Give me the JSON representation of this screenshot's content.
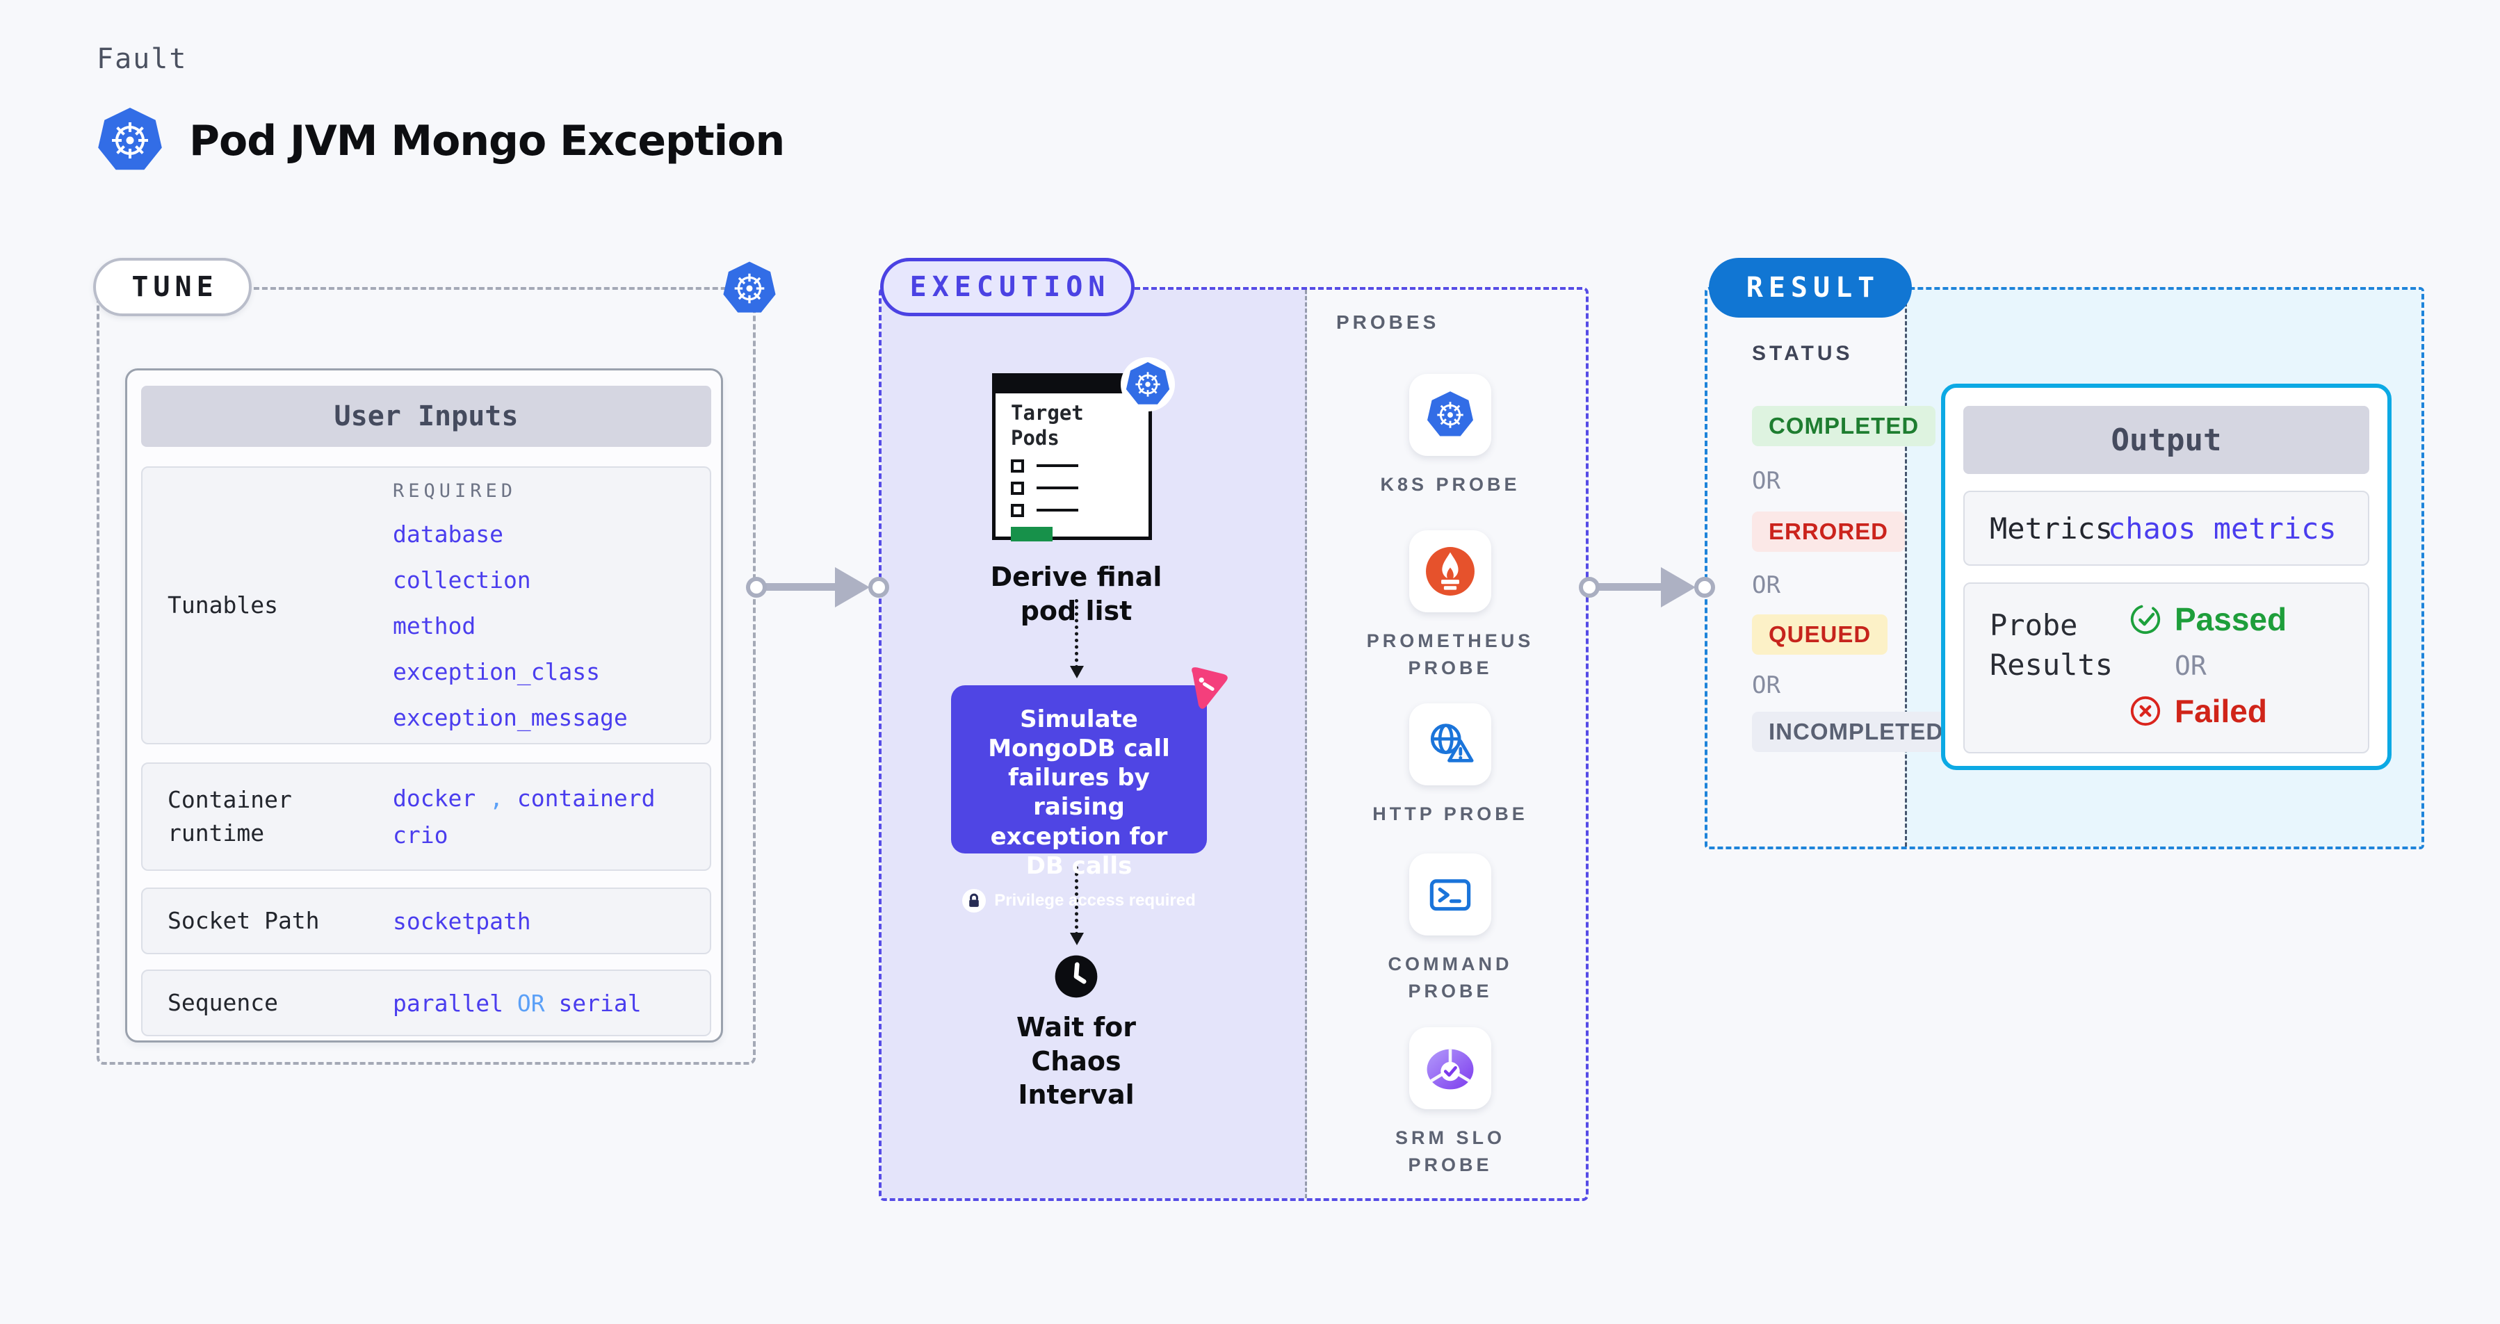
{
  "header": {
    "fault_label": "Fault",
    "title": "Pod JVM Mongo Exception",
    "logo_icon": "kubernetes-icon"
  },
  "tune": {
    "badge": "TUNE",
    "corner_icon": "kubernetes-icon",
    "card_title": "User Inputs",
    "required_label": "REQUIRED",
    "tunables_label": "Tunables",
    "tunables": [
      "database",
      "collection",
      "method",
      "exception_class",
      "exception_message"
    ],
    "runtime_label": "Container runtime",
    "runtime_value1": "docker",
    "runtime_comma": ",",
    "runtime_value2": "containerd",
    "runtime_value3": "crio",
    "socket_label": "Socket Path",
    "socket_value": "socketpath",
    "sequence_label": "Sequence",
    "sequence_value1": "parallel",
    "sequence_or": "OR",
    "sequence_value2": "serial"
  },
  "execution": {
    "badge": "EXECUTION",
    "target_pods_title": "Target Pods",
    "derive_caption": "Derive final pod list",
    "simulate_text": "Simulate MongoDB call failures by raising exception for DB calls",
    "privilege_note": "Privilege access required",
    "wait_caption": "Wait for Chaos Interval"
  },
  "probes": {
    "title": "PROBES",
    "items": [
      {
        "label": "K8S PROBE",
        "icon": "kubernetes-icon"
      },
      {
        "label": "PROMETHEUS PROBE",
        "icon": "prometheus-icon"
      },
      {
        "label": "HTTP PROBE",
        "icon": "http-globe-warning-icon"
      },
      {
        "label": "COMMAND PROBE",
        "icon": "terminal-icon"
      },
      {
        "label": "SRM SLO PROBE",
        "icon": "slo-pie-check-icon"
      }
    ]
  },
  "result": {
    "badge": "RESULT",
    "status_label": "STATUS",
    "or_label": "OR",
    "statuses": [
      {
        "label": "COMPLETED",
        "text_color": "#1e7d30",
        "bg": "#def3e0"
      },
      {
        "label": "ERRORED",
        "text_color": "#cb231c",
        "bg": "#fbe8e7"
      },
      {
        "label": "QUEUED",
        "text_color": "#c6241c",
        "bg": "#fcf1c7"
      },
      {
        "label": "INCOMPLETED",
        "text_color": "#5a6173",
        "bg": "#ebedf4"
      }
    ],
    "output": {
      "title": "Output",
      "metrics_label": "Metrics",
      "metrics_value": "chaos metrics",
      "probe_results_label": "Probe Results",
      "passed_label": "Passed",
      "or_label": "OR",
      "failed_label": "Failed"
    }
  },
  "colors": {
    "page_bg": "#f7f8fb",
    "k8s_blue": "#326de6",
    "accent_indigo": "#4b42e3",
    "execution_fill": "#e4e4fa",
    "purple_box": "#4f45e4",
    "result_blue": "#1176d3",
    "result_dash": "#1e84da",
    "cyan_border": "#0ca9e4",
    "cyan_fill": "#e8f6fd",
    "link_indigo": "#4a3dee",
    "link_lightblue": "#5ba0f7",
    "success_green": "#1e9e3b",
    "error_red": "#d02419",
    "prometheus_orange": "#e6522c",
    "probe_blue": "#1a74da",
    "srm_purple": "#8b5cf6",
    "arrow_gray": "#adb1c3"
  }
}
